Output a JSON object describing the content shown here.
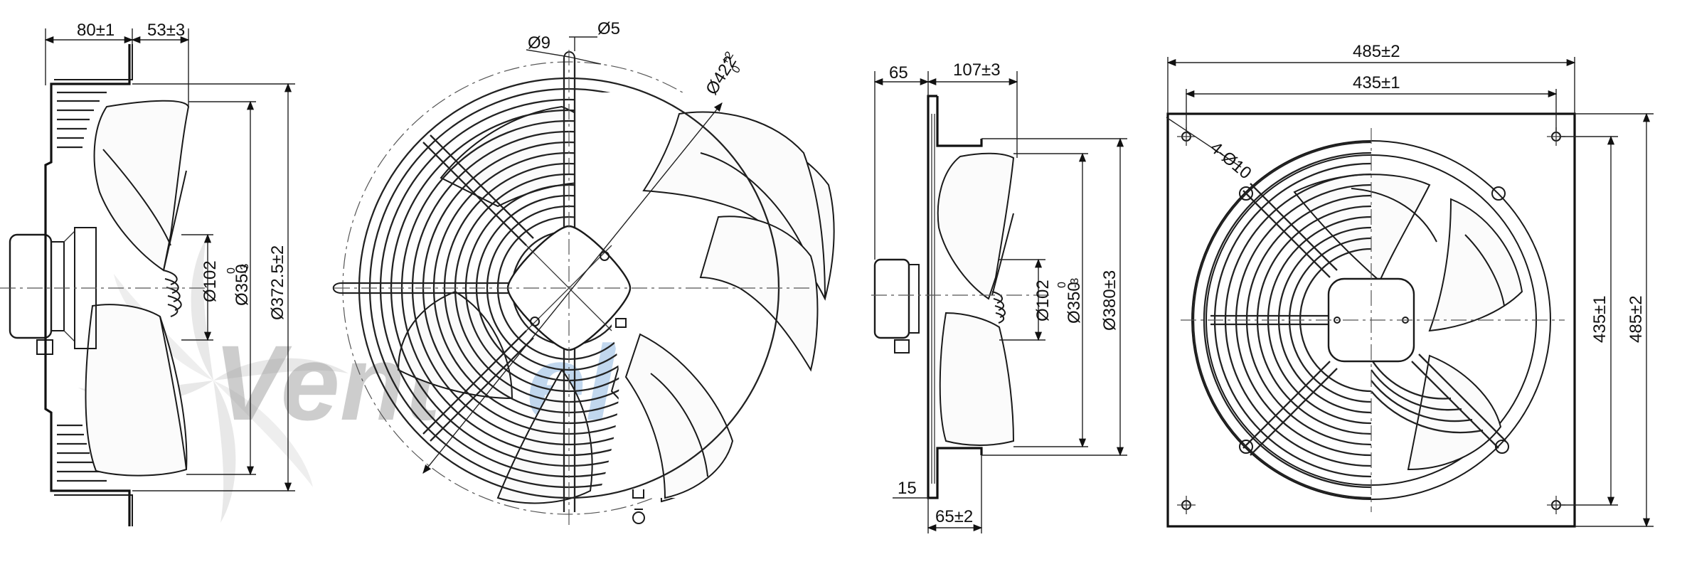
{
  "watermark": {
    "text_a": "Vent",
    "text_b": "el",
    "color_a": "#9a9a9a",
    "color_b": "#a9c8e8",
    "icon": "fan-logo-icon"
  },
  "side_view_1": {
    "dim_depth": "80±1",
    "dim_blade": "53±3",
    "dim_hub": "Ø102",
    "dim_blade_dia": "Ø350",
    "dim_blade_tol_up": "0",
    "dim_blade_tol_low": "-3",
    "dim_guard_dia": "Ø372.5±2"
  },
  "front_view_guard": {
    "dim_bolt": "Ø9",
    "dim_ring": "Ø5",
    "dim_dia": "Ø422",
    "dim_dia_tol_up": "+2",
    "dim_dia_tol_low": "0"
  },
  "side_view_2": {
    "dim_flange": "65",
    "dim_depth": "107±3",
    "dim_hub": "Ø102",
    "dim_blade_dia": "Ø350",
    "dim_blade_tol_up": "0",
    "dim_blade_tol_low": "-3",
    "dim_plate_dia": "Ø380±3",
    "dim_plate": "15",
    "dim_bottom": "65±2"
  },
  "plate_view": {
    "dim_outer_w": "485±2",
    "dim_inner_w": "435±1",
    "dim_holes": "4-Ø10",
    "dim_inner_h": "435±1",
    "dim_outer_h": "485±2"
  }
}
